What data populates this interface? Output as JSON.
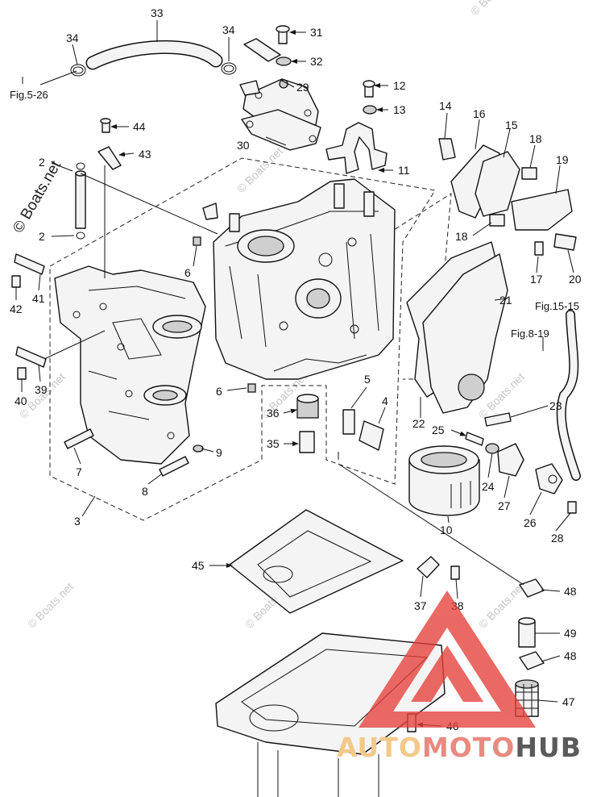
{
  "copyright": "© Boats.net",
  "watermark_text": "© Boats.net",
  "references": {
    "fig_5_26": "Fig.5-26",
    "fig_8_19": "Fig.8-19",
    "fig_15_15": "Fig.15-15"
  },
  "callouts": {
    "c2a": "2",
    "c2b": "2",
    "c3": "3",
    "c4": "4",
    "c5": "5",
    "c6a": "6",
    "c6b": "6",
    "c7": "7",
    "c8": "8",
    "c9": "9",
    "c10": "10",
    "c11": "11",
    "c12": "12",
    "c13": "13",
    "c14": "14",
    "c15": "15",
    "c16": "16",
    "c17": "17",
    "c18a": "18",
    "c18b": "18",
    "c19": "19",
    "c20": "20",
    "c21": "21",
    "c22": "22",
    "c23": "23",
    "c24": "24",
    "c25": "25",
    "c26": "26",
    "c27": "27",
    "c28": "28",
    "c29": "29",
    "c30": "30",
    "c31": "31",
    "c32": "32",
    "c33": "33",
    "c34a": "34",
    "c34b": "34",
    "c35": "35",
    "c36": "36",
    "c37": "37",
    "c38": "38",
    "c39": "39",
    "c40": "40",
    "c41": "41",
    "c42": "42",
    "c43": "43",
    "c44": "44",
    "c45": "45",
    "c46": "46",
    "c47": "47",
    "c48a": "48",
    "c48b": "48",
    "c49": "49"
  },
  "brand": {
    "part1": "AUTO",
    "part2": "MOTO",
    "part3": "HUB",
    "color_auto": "#f3c98a",
    "color_moto": "#e98a80",
    "color_hub": "#5a5a5a",
    "triangle_color": "#e5403a"
  }
}
